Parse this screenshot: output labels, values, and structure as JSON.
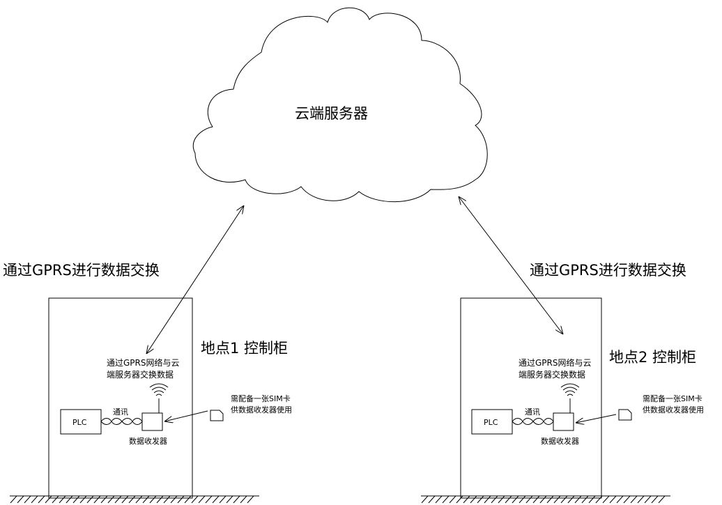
{
  "cloud": {
    "label": "云端服务器"
  },
  "links": [
    {
      "label": "通过GPRS进行数据交换"
    },
    {
      "label": "通过GPRS进行数据交换"
    }
  ],
  "sites": [
    {
      "title": "地点1 控制柜",
      "note_line1": "通过GPRS网络与云",
      "note_line2": "端服务器交换数据",
      "plc_label": "PLC",
      "comm_label": "通讯",
      "transceiver_label": "数据收发器",
      "sim_line1": "需配备一张SIM卡",
      "sim_line2": "供数据收发器使用"
    },
    {
      "title": "地点2 控制柜",
      "note_line1": "通过GPRS网络与云",
      "note_line2": "端服务器交换数据",
      "plc_label": "PLC",
      "comm_label": "通讯",
      "transceiver_label": "数据收发器",
      "sim_line1": "需配备一张SIM卡",
      "sim_line2": "供数据收发器使用"
    }
  ]
}
